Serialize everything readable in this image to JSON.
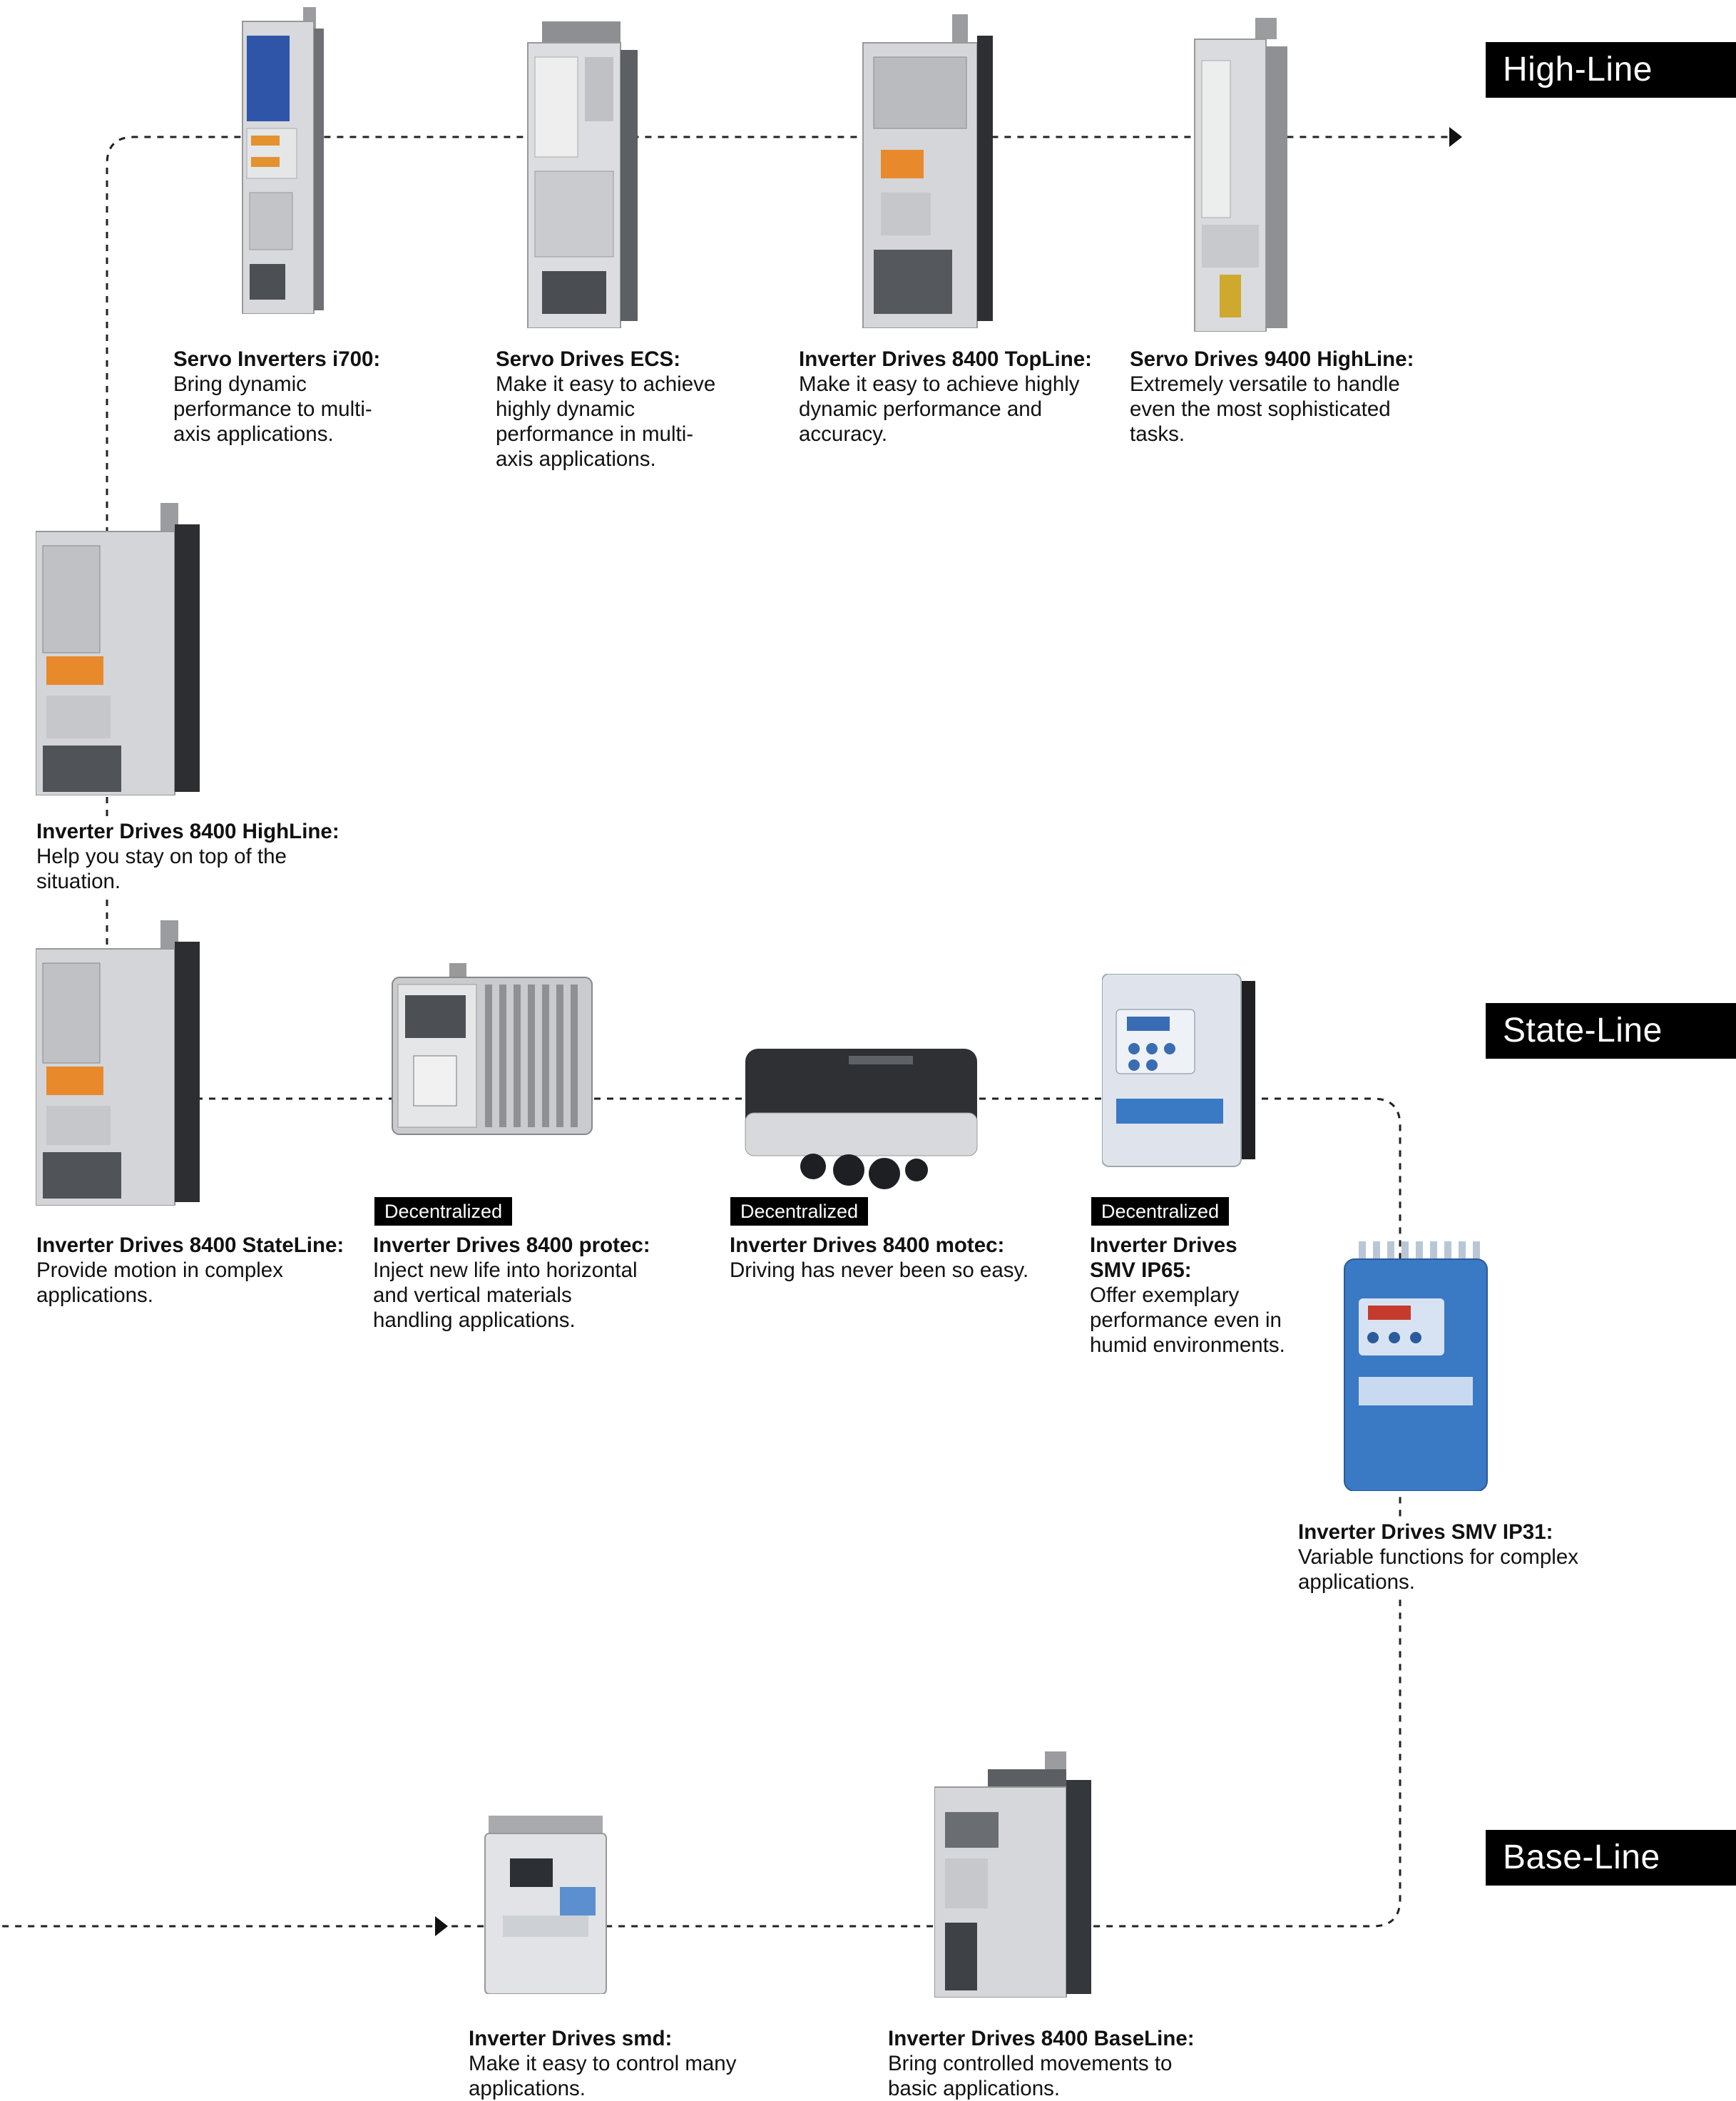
{
  "levels": [
    {
      "id": "high",
      "label": "High-Line"
    },
    {
      "id": "state",
      "label": "State-Line"
    },
    {
      "id": "base",
      "label": "Base-Line"
    }
  ],
  "badges": {
    "protec": "Decentralized",
    "motec": "Decentralized",
    "smv_ip65": "Decentralized"
  },
  "products": {
    "i700": {
      "name": "Servo Inverters i700:",
      "desc": "Bring dynamic\nperformance to multi-\naxis applications.",
      "icon": "servo-inverter-i700-icon"
    },
    "ecs": {
      "name": "Servo Drives ECS:",
      "desc": "Make it easy to achieve\nhighly dynamic\nperformance in multi-\naxis applications.",
      "icon": "servo-drive-ecs-icon"
    },
    "topline": {
      "name": "Inverter Drives 8400 TopLine:",
      "desc": "Make it easy to achieve highly\ndynamic performance and\naccuracy.",
      "icon": "inverter-8400-topline-icon"
    },
    "s9400": {
      "name": "Servo Drives 9400 HighLine:",
      "desc": "Extremely versatile to handle\neven the most sophisticated\ntasks.",
      "icon": "servo-drive-9400-icon"
    },
    "highline": {
      "name": "Inverter Drives 8400 HighLine:",
      "desc": "Help you stay on top of the\nsituation.",
      "icon": "inverter-8400-highline-icon"
    },
    "stateline": {
      "name": "Inverter Drives 8400 StateLine:",
      "desc": "Provide motion in complex\napplications.",
      "icon": "inverter-8400-stateline-icon"
    },
    "protec": {
      "name": "Inverter Drives 8400 protec:",
      "desc": "Inject new life into horizontal\nand vertical materials\nhandling applications.",
      "icon": "inverter-8400-protec-icon"
    },
    "motec": {
      "name": "Inverter Drives 8400 motec:",
      "desc": "Driving has never been so easy.",
      "icon": "inverter-8400-motec-icon"
    },
    "smv_ip65": {
      "name": "Inverter Drives\nSMV IP65:",
      "desc": "Offer exemplary\nperformance even in\nhumid environments.",
      "icon": "inverter-smv-ip65-icon"
    },
    "smv_ip31": {
      "name": "Inverter Drives SMV IP31:",
      "desc": "Variable functions for complex\napplications.",
      "icon": "inverter-smv-ip31-icon"
    },
    "smd": {
      "name": "Inverter Drives smd:",
      "desc": "Make it easy to control many\napplications.",
      "icon": "inverter-smd-icon"
    },
    "baseline": {
      "name": "Inverter Drives 8400 BaseLine:",
      "desc": "Bring controlled movements to\nbasic applications.",
      "icon": "inverter-8400-baseline-icon"
    }
  },
  "colors": {
    "tag_bg": "#000000",
    "tag_text": "#ffffff",
    "connector": "#222222",
    "device_body": "#d4d6da",
    "device_dark": "#3a3c40",
    "display_orange": "#e8892b",
    "smv_blue": "#3a79c4"
  }
}
